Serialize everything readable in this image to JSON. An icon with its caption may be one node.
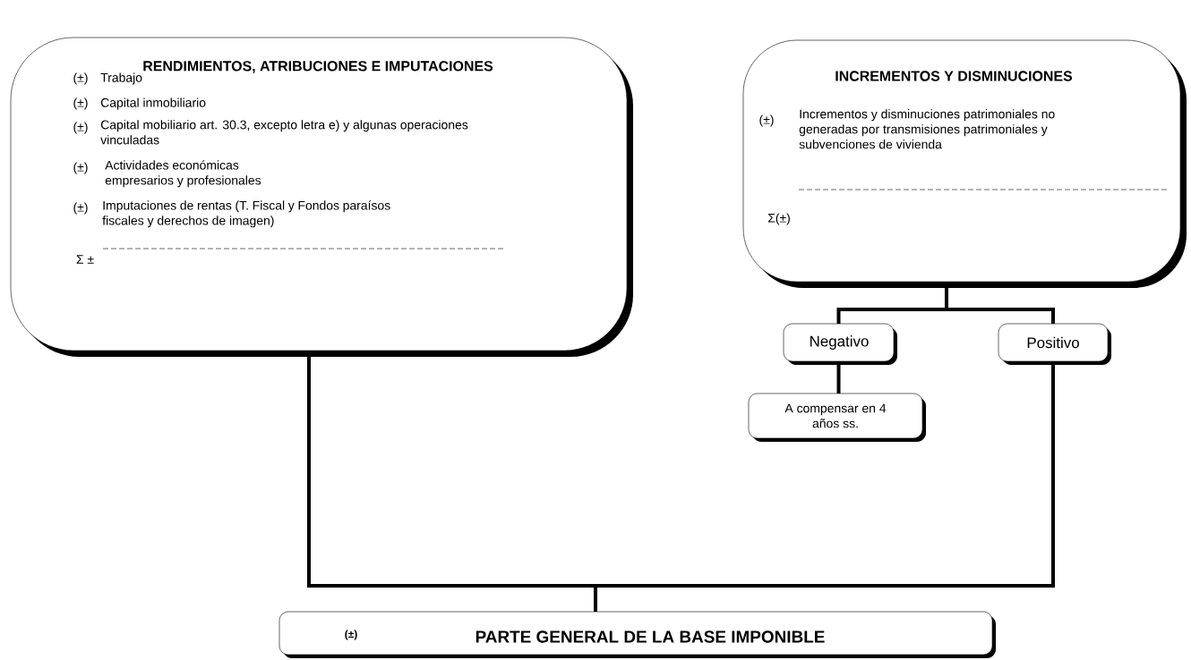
{
  "diagram": {
    "nodes": [
      {
        "text": [
          "RENDIMIENTOS, ATRIBUCIONES E IMPUTACIONES",
          "(±)",
          "Trabajo",
          "(±)",
          "Capital inmobiliario",
          "(±)",
          "Capital mobiliario art. 30.3, excepto letra e) y algunas operaciones vinculadas",
          "(±)",
          "Actividades económicas empresarios y profesionales",
          "(±)",
          "Imputaciones de rentas (T. Fiscal y Fondos paraísos fiscales y derechos de imagen)",
          "Σ ±"
        ]
      },
      {
        "text": [
          "INCREMENTOS Y DISMINUCIONES",
          "(±)",
          "Incrementos y disminuciones patrimoniales no generadas por transmisiones patrimoniales y subvenciones de vivienda",
          "Σ(±)"
        ]
      },
      {
        "text": [
          "Negativo"
        ]
      },
      {
        "text": [
          "Positivo"
        ]
      },
      {
        "text": [
          "A compensar en 4 años ss."
        ]
      },
      {
        "text": [
          "(±)",
          "PARTE GENERAL DE LA BASE IMPONIBLE"
        ]
      }
    ],
    "edges": [
      {
        "from": 0,
        "to": 5,
        "arrow": "none"
      },
      {
        "from": 1,
        "to": 2,
        "arrow": "none"
      },
      {
        "from": 1,
        "to": 3,
        "arrow": "none"
      },
      {
        "from": 2,
        "to": 4,
        "arrow": "none"
      },
      {
        "from": 3,
        "to": 5,
        "arrow": "none"
      }
    ]
  }
}
